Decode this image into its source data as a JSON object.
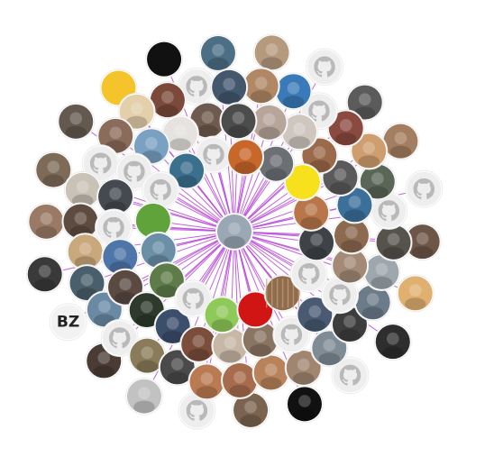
{
  "graph": {
    "type": "network",
    "edge_color": "#b84ad6",
    "node_default_fill": "#e8e8e8",
    "placeholder_icon": "github-octocat-icon",
    "center": {
      "id": "center-user",
      "kind": "avatar",
      "fill": "#9aa7b4"
    },
    "nodes": [
      {
        "id": "n1",
        "kind": "avatar",
        "fill": "#c8672a"
      },
      {
        "id": "n2",
        "kind": "avatar",
        "fill": "#6c6f74"
      },
      {
        "id": "n3",
        "kind": "shape",
        "fill": "#f7e01c"
      },
      {
        "id": "n4",
        "kind": "avatar",
        "fill": "#b8764a"
      },
      {
        "id": "n5",
        "kind": "avatar",
        "fill": "#3f4348"
      },
      {
        "id": "n6",
        "kind": "github",
        "fill": "#eeeeee"
      },
      {
        "id": "n7",
        "kind": "pattern",
        "fill": "#8f6c4e"
      },
      {
        "id": "n8",
        "kind": "shape",
        "fill": "#d11414"
      },
      {
        "id": "n9",
        "kind": "avatar",
        "fill": "#8fc95a"
      },
      {
        "id": "n10",
        "kind": "github",
        "fill": "#eeeeee"
      },
      {
        "id": "n11",
        "kind": "avatar",
        "fill": "#5e7c4a"
      },
      {
        "id": "n12",
        "kind": "avatar",
        "fill": "#6a8fa6"
      },
      {
        "id": "n13",
        "kind": "shape",
        "fill": "#5fa33a"
      },
      {
        "id": "n14",
        "kind": "github",
        "fill": "#eeeeee"
      },
      {
        "id": "n15",
        "kind": "avatar",
        "fill": "#3a6f8e"
      },
      {
        "id": "n16",
        "kind": "github",
        "fill": "#eeeeee"
      },
      {
        "id": "n17",
        "kind": "avatar",
        "fill": "#4c4c4c"
      },
      {
        "id": "n18",
        "kind": "avatar",
        "fill": "#b7a59a"
      },
      {
        "id": "n19",
        "kind": "avatar",
        "fill": "#cfc6c0"
      },
      {
        "id": "n20",
        "kind": "avatar",
        "fill": "#9b6a4a"
      },
      {
        "id": "n21",
        "kind": "avatar",
        "fill": "#5a5a5a"
      },
      {
        "id": "n22",
        "kind": "avatar",
        "fill": "#3c6f9a"
      },
      {
        "id": "n23",
        "kind": "avatar",
        "fill": "#8b6a50"
      },
      {
        "id": "n24",
        "kind": "avatar",
        "fill": "#a28a76"
      },
      {
        "id": "n25",
        "kind": "github",
        "fill": "#eeeeee"
      },
      {
        "id": "n26",
        "kind": "avatar",
        "fill": "#495a72"
      },
      {
        "id": "n27",
        "kind": "github",
        "fill": "#eeeeee"
      },
      {
        "id": "n28",
        "kind": "avatar",
        "fill": "#8a7562"
      },
      {
        "id": "n29",
        "kind": "avatar",
        "fill": "#c7b8a6"
      },
      {
        "id": "n30",
        "kind": "avatar",
        "fill": "#7a4e3a"
      },
      {
        "id": "n31",
        "kind": "avatar",
        "fill": "#3b4e6b"
      },
      {
        "id": "n32",
        "kind": "avatar",
        "fill": "#2d3a2c"
      },
      {
        "id": "n33",
        "kind": "avatar",
        "fill": "#5a4a42"
      },
      {
        "id": "n34",
        "kind": "avatar",
        "fill": "#4f76a8"
      },
      {
        "id": "n35",
        "kind": "github",
        "fill": "#eeeeee"
      },
      {
        "id": "n36",
        "kind": "avatar",
        "fill": "#444a50"
      },
      {
        "id": "n37",
        "kind": "github",
        "fill": "#eeeeee"
      },
      {
        "id": "n38",
        "kind": "avatar",
        "fill": "#7aa0c2"
      },
      {
        "id": "n39",
        "kind": "avatar",
        "fill": "#e5e2df"
      },
      {
        "id": "n40",
        "kind": "avatar",
        "fill": "#6e5a4e"
      },
      {
        "id": "n41",
        "kind": "avatar",
        "fill": "#43576d"
      },
      {
        "id": "n42",
        "kind": "avatar",
        "fill": "#b08866"
      },
      {
        "id": "n43",
        "kind": "avatar",
        "fill": "#3a7ab8"
      },
      {
        "id": "n44",
        "kind": "github",
        "fill": "#eeeeee"
      },
      {
        "id": "n45",
        "kind": "avatar",
        "fill": "#8a4a40"
      },
      {
        "id": "n46",
        "kind": "avatar",
        "fill": "#cf9e6e"
      },
      {
        "id": "n47",
        "kind": "avatar",
        "fill": "#5a6656"
      },
      {
        "id": "n48",
        "kind": "github",
        "fill": "#eeeeee"
      },
      {
        "id": "n49",
        "kind": "avatar",
        "fill": "#56524c"
      },
      {
        "id": "n50",
        "kind": "avatar",
        "fill": "#9ea7ad"
      },
      {
        "id": "n51",
        "kind": "avatar",
        "fill": "#6c7b8a"
      },
      {
        "id": "n52",
        "kind": "avatar",
        "fill": "#3d3d3d"
      },
      {
        "id": "n53",
        "kind": "avatar",
        "fill": "#7f8c96"
      },
      {
        "id": "n54",
        "kind": "avatar",
        "fill": "#a08670"
      },
      {
        "id": "n55",
        "kind": "avatar",
        "fill": "#b8835a"
      },
      {
        "id": "n56",
        "kind": "avatar",
        "fill": "#a76c4e"
      },
      {
        "id": "n57",
        "kind": "avatar",
        "fill": "#ba7a52"
      },
      {
        "id": "n58",
        "kind": "avatar",
        "fill": "#4a4a4a"
      },
      {
        "id": "n59",
        "kind": "avatar",
        "fill": "#8a7c5a"
      },
      {
        "id": "n60",
        "kind": "github",
        "fill": "#eeeeee"
      },
      {
        "id": "n61",
        "kind": "avatar",
        "fill": "#6a8aa4"
      },
      {
        "id": "n62",
        "kind": "avatar",
        "fill": "#4a5f6c"
      },
      {
        "id": "n63",
        "kind": "avatar",
        "fill": "#c9a87c"
      },
      {
        "id": "n64",
        "kind": "avatar",
        "fill": "#5f4c40"
      },
      {
        "id": "n65",
        "kind": "avatar",
        "fill": "#c9c2b6"
      },
      {
        "id": "n66",
        "kind": "github",
        "fill": "#eeeeee"
      },
      {
        "id": "n67",
        "kind": "avatar",
        "fill": "#8b6b59"
      },
      {
        "id": "n68",
        "kind": "avatar",
        "fill": "#e3cfa9"
      },
      {
        "id": "n69",
        "kind": "avatar",
        "fill": "#7b4a3a"
      },
      {
        "id": "n70",
        "kind": "github",
        "fill": "#eeeeee"
      },
      {
        "id": "n71",
        "kind": "avatar",
        "fill": "#4c6f86"
      },
      {
        "id": "n72",
        "kind": "avatar",
        "fill": "#b69a7e"
      },
      {
        "id": "n73",
        "kind": "github",
        "fill": "#eeeeee"
      },
      {
        "id": "n74",
        "kind": "avatar",
        "fill": "#5b5b5b"
      },
      {
        "id": "n75",
        "kind": "avatar",
        "fill": "#a47e60"
      },
      {
        "id": "n76",
        "kind": "github",
        "fill": "#eeeeee"
      },
      {
        "id": "n77",
        "kind": "avatar",
        "fill": "#6d5648"
      },
      {
        "id": "n78",
        "kind": "avatar",
        "fill": "#e0b070"
      },
      {
        "id": "n79",
        "kind": "avatar",
        "fill": "#2e2e2e"
      },
      {
        "id": "n80",
        "kind": "github",
        "fill": "#eeeeee"
      },
      {
        "id": "n81",
        "kind": "avatar",
        "fill": "#111111"
      },
      {
        "id": "n82",
        "kind": "avatar",
        "fill": "#7a6450"
      },
      {
        "id": "n83",
        "kind": "github",
        "fill": "#eeeeee"
      },
      {
        "id": "n84",
        "kind": "avatar",
        "fill": "#c2c2c2"
      },
      {
        "id": "n85",
        "kind": "avatar",
        "fill": "#4a3c34"
      },
      {
        "id": "n86",
        "kind": "label",
        "fill": "#f2f2f2",
        "text": "BZ"
      },
      {
        "id": "n87",
        "kind": "avatar",
        "fill": "#3a3a3a"
      },
      {
        "id": "n88",
        "kind": "avatar",
        "fill": "#9a7a64"
      },
      {
        "id": "n89",
        "kind": "avatar",
        "fill": "#7d6b58"
      },
      {
        "id": "n90",
        "kind": "avatar",
        "fill": "#63594f"
      },
      {
        "id": "n91",
        "kind": "shape",
        "fill": "#f5c42a"
      },
      {
        "id": "n92",
        "kind": "shape",
        "fill": "#111111"
      }
    ]
  }
}
